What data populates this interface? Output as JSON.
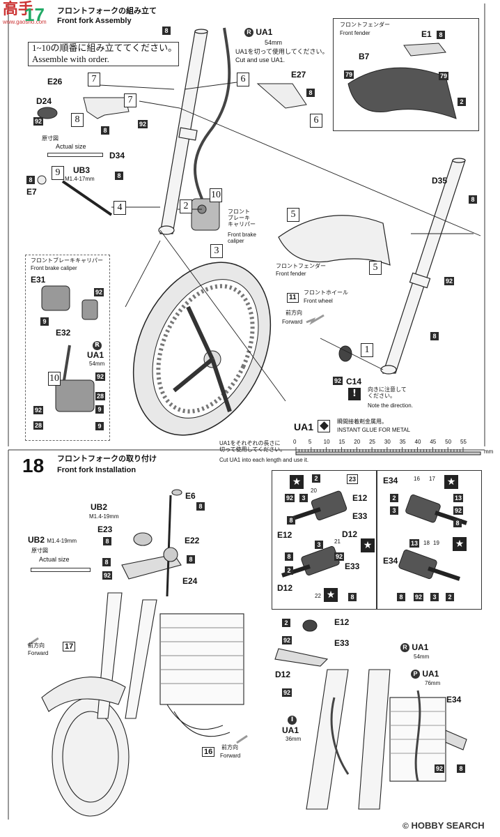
{
  "watermark": {
    "top": "高手",
    "bottom": "www.gaosho.com"
  },
  "step17": {
    "number": "17",
    "title_jp": "フロントフォークの組み立て",
    "title_en": "Front fork Assembly",
    "order_jp": "1~10の順番に組み立ててください。",
    "order_en": "Assemble with order.",
    "parts": {
      "ua1_label": "UA1",
      "ua1_len": "54mm",
      "ua1_note_jp": "UA1を切って使用してください。",
      "ua1_note_en": "Cut and use UA1.",
      "e26": "E26",
      "e27": "E27",
      "d24": "D24",
      "d34": "D34",
      "d35": "D35",
      "ub3": "UB3",
      "ub3_size": "M1.4-17mm",
      "e7": "E7",
      "actual_jp": "原寸図",
      "actual_en": "Actual size",
      "caliper_jp": "フロント\nブレーキ\nキャリパー",
      "caliper_en": "Front brake\ncaliper",
      "fender_jp": "フロントフェンダー",
      "fender_en": "Front fender",
      "wheel_jp": "フロントホイール",
      "wheel_en": "Front wheel",
      "forward_jp": "前方向",
      "forward_en": "Forward",
      "c14": "C14",
      "note_dir_jp": "向きに注意して\nください。",
      "note_dir_en": "Note the direction.",
      "glue_jp": "瞬間接着剤金属用。",
      "glue_en": "INSTANT GLUE   FOR METAL",
      "cut_jp": "UA1をそれぞれの長さに\n切って使用してください。",
      "cut_en": "Cut UA1 into each length and use it.",
      "ruler_unit": "mm",
      "ruler_ticks": [
        "0",
        "5",
        "10",
        "15",
        "20",
        "25",
        "30",
        "35",
        "40",
        "45",
        "50",
        "55"
      ]
    },
    "fender_box": {
      "title_jp": "フロントフェンダー",
      "title_en": "Front fender",
      "e1": "E1",
      "b7": "B7"
    },
    "caliper_box": {
      "title_jp": "フロントブレーキキャリパー",
      "title_en": "Front brake caliper",
      "e31": "E31",
      "e32": "E32",
      "ua1": "UA1",
      "ua1_len": "54mm"
    }
  },
  "step18": {
    "number": "18",
    "title_jp": "フロントフォークの取り付け",
    "title_en": "Front fork Installation",
    "ub2": "UB2",
    "ub2_size": "M1.4-19mm",
    "actual_jp": "原寸図",
    "actual_en": "Actual size",
    "e6": "E6",
    "e23": "E23",
    "e22": "E22",
    "e24": "E24",
    "forward_jp": "前方向",
    "forward_en": "Forward",
    "ref17": "17",
    "ref16": "16",
    "right_top": {
      "e12": "E12",
      "e33": "E33",
      "d12": "D12",
      "e34": "E34"
    },
    "bottom": {
      "e12": "E12",
      "e33": "E33",
      "d12": "D12",
      "e34": "E34",
      "ua1_a": "UA1",
      "ua1_a_len": "54mm",
      "ua1_b": "UA1",
      "ua1_b_len": "76mm",
      "ua1_c": "UA1",
      "ua1_c_len": "36mm"
    }
  },
  "footer": {
    "brand": "HOBBY SEARCH"
  },
  "paint_codes": [
    "8",
    "92",
    "79",
    "2",
    "9",
    "28",
    "3",
    "20",
    "21",
    "22",
    "23",
    "13",
    "16",
    "17",
    "18",
    "19"
  ],
  "colors": {
    "ink": "#222222",
    "fender": "#555555",
    "panel_bg": "#ffffff"
  }
}
